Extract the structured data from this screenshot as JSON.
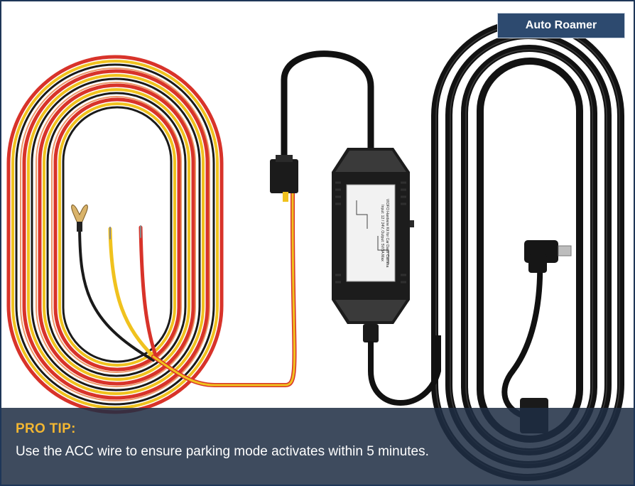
{
  "badge": {
    "label": "Auto Roamer"
  },
  "tip": {
    "title": "PRO TIP:",
    "text": "Use the ACC wire to ensure parking mode activates within 5 minutes."
  },
  "module_label": {
    "line1": "VIOFO Hardwire Kit for Car Dash Camera",
    "line2": "Input: 12 / 24V, Output: 5V/3A Max"
  },
  "colors": {
    "accent": "#f2b632",
    "panel": "#1e2d44",
    "border": "#1e3658",
    "cable_black": "#1a1a1a",
    "cable_red": "#d8332a",
    "cable_yellow": "#f0c21e"
  }
}
